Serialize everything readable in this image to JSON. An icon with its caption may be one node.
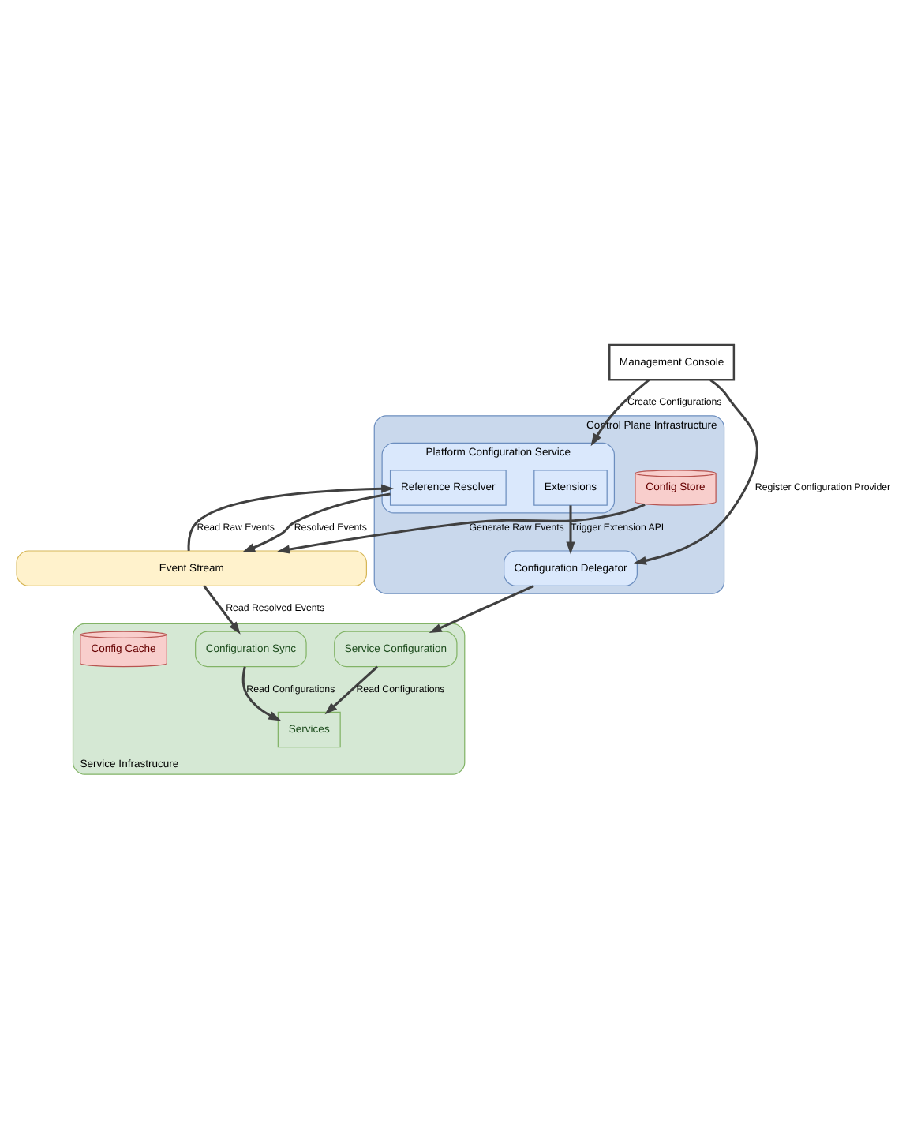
{
  "diagram": {
    "nodes": [
      {
        "text": [
          "Management Console"
        ]
      },
      {
        "text": [
          "Control Plane Infrastructure"
        ]
      },
      {
        "text": [
          "Platform Configuration Service"
        ],
        "in": 1
      },
      {
        "text": [
          "Configuration Delegator"
        ],
        "in": 1
      },
      {
        "text": [
          "Extensions"
        ],
        "in": 2
      },
      {
        "text": [
          "Reference Resolver"
        ],
        "in": 2
      },
      {
        "text": [
          "Config Store"
        ],
        "in": 1
      },
      {
        "text": [
          "Event Stream"
        ]
      },
      {
        "text": [
          "Service Infrastrucure"
        ]
      },
      {
        "text": [
          "Service Configuration"
        ],
        "in": 8
      },
      {
        "text": [
          "Services"
        ],
        "in": 8
      },
      {
        "text": [
          "Configuration Sync"
        ],
        "in": 8
      },
      {
        "text": [
          "Config Cache"
        ],
        "in": 8
      }
    ],
    "edges": [
      {
        "from": 0,
        "to": 2,
        "arrow": "to",
        "label": "Create Configurations"
      },
      {
        "from": 0,
        "to": 3,
        "arrow": "to",
        "label": "Register Configuration Provider"
      },
      {
        "from": 4,
        "to": 3,
        "arrow": "to",
        "label": "Trigger Extension API"
      },
      {
        "from": 5,
        "to": 7,
        "arrow": "to",
        "label": "Resolved Events"
      },
      {
        "from": 7,
        "to": 5,
        "arrow": "to",
        "label": "Read Raw Events"
      },
      {
        "from": 6,
        "to": 7,
        "arrow": "to",
        "label": "Generate Raw Events"
      },
      {
        "from": 3,
        "to": 9,
        "arrow": "to"
      },
      {
        "from": 7,
        "to": 11,
        "arrow": "to",
        "label": "Read Resolved Events"
      },
      {
        "from": 9,
        "to": 10,
        "arrow": "to",
        "label": "Read Configurations"
      },
      {
        "from": 11,
        "to": 10,
        "arrow": "to",
        "label": "Read Configurations"
      }
    ]
  }
}
